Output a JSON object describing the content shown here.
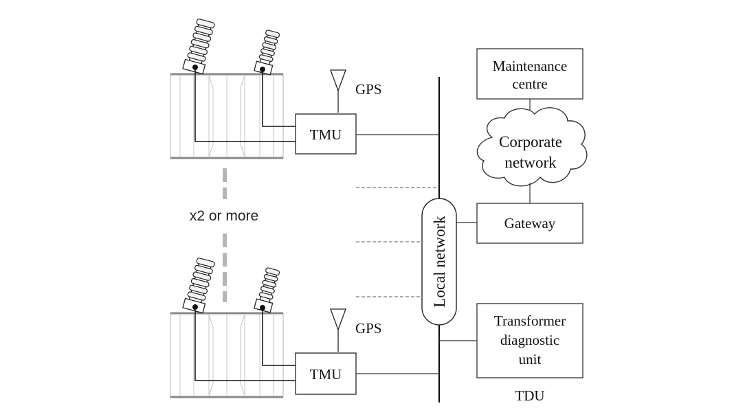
{
  "transformer_sets": [
    {
      "tmu_label": "TMU",
      "gps_label": "GPS"
    },
    {
      "tmu_label": "TMU",
      "gps_label": "GPS"
    }
  ],
  "repeat_label": "x2 or more",
  "local_network_label": "Local network",
  "maintenance_label": [
    "Maintenance",
    "centre"
  ],
  "corporate_label": [
    "Corporate",
    "network"
  ],
  "gateway_label": "Gateway",
  "tdu_box_label": [
    "Transformer",
    "diagnostic",
    "unit"
  ],
  "tdu_caption": "TDU"
}
